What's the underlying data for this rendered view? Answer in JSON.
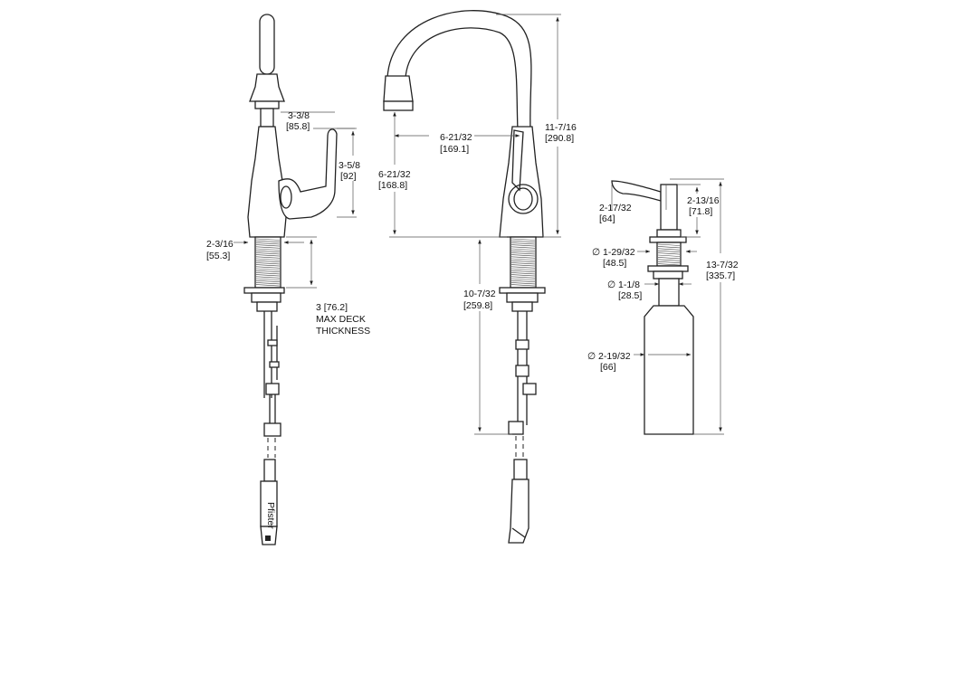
{
  "side_view": {
    "spout_height": {
      "fraction": "3-3/8",
      "mm": "[85.8]"
    },
    "handle_height": {
      "fraction": "3-5/8",
      "mm": "[92]"
    },
    "base_diameter": {
      "fraction": "2-3/16",
      "mm": "[55.3]"
    },
    "deck_thickness": {
      "value": "3  [76.2]",
      "line1": "MAX DECK",
      "line2": "THICKNESS"
    },
    "brand_mark": "Pfister"
  },
  "front_view": {
    "spout_reach": {
      "fraction": "6-21/32",
      "mm": "[169.1]"
    },
    "spout_clearance": {
      "fraction": "6-21/32",
      "mm": "[168.8]"
    },
    "overall_height": {
      "fraction": "11-7/16",
      "mm": "[290.8]"
    },
    "below_deck": {
      "fraction": "10-7/32",
      "mm": "[259.8]"
    }
  },
  "soap_dispenser": {
    "pump_width": {
      "fraction": "2-17/32",
      "mm": "[64]"
    },
    "pump_height": {
      "fraction": "2-13/16",
      "mm": "[71.8]"
    },
    "flange_diameter": {
      "symbol": "∅",
      "fraction": "1-29/32",
      "mm": "[48.5]"
    },
    "shank_diameter": {
      "symbol": "∅",
      "fraction": "1-1/8",
      "mm": "[28.5]"
    },
    "bottle_diameter": {
      "symbol": "∅",
      "fraction": "2-19/32",
      "mm": "[66]"
    },
    "overall_height": {
      "fraction": "13-7/32",
      "mm": "[335.7]"
    }
  }
}
